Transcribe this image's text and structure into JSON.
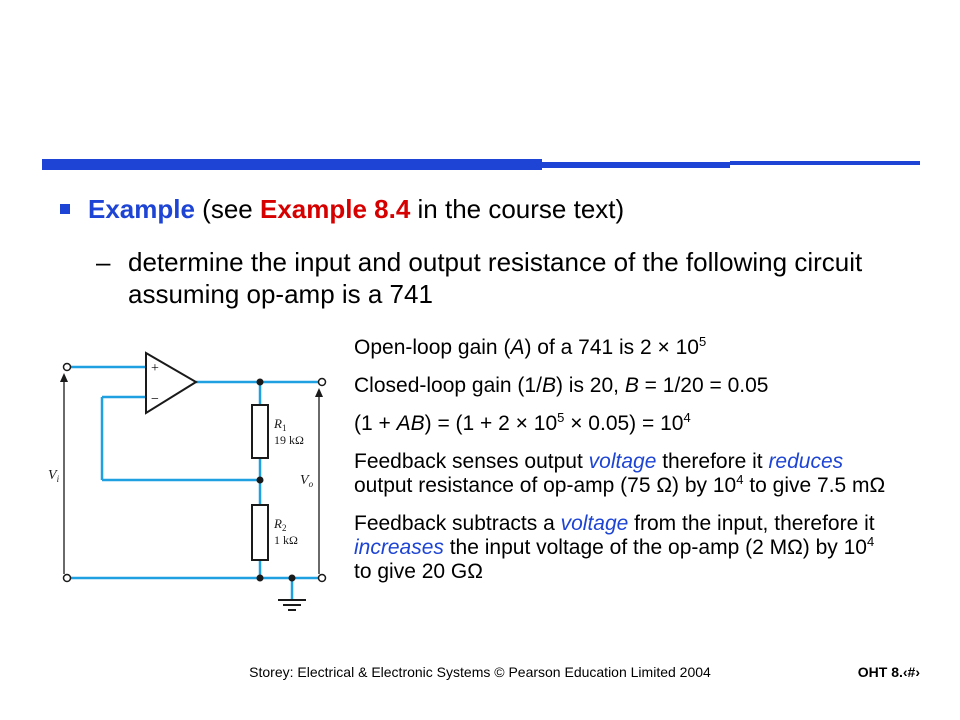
{
  "bullet": {
    "word1": "Example",
    "text1": " (see ",
    "word2": "Example 8.4",
    "text2": " in the course text)"
  },
  "sub": {
    "dash": "–",
    "text": "determine the input and output resistance of the following circuit assuming op-amp is a 741"
  },
  "notes": {
    "n1": {
      "a": "Open-loop gain (",
      "b": "A",
      "c": ") of a 741 is 2 × 10",
      "sup": "5"
    },
    "n2": {
      "a": "Closed-loop gain (1/",
      "b": "B",
      "c": ") is 20, ",
      "d": "B",
      "e": " = 1/20 = 0.05"
    },
    "n3": {
      "a": "(1 + ",
      "b": "AB",
      "c": ") = (1 + 2 × 10",
      "sup1": "5",
      "d": " × 0.05) = 10",
      "sup2": "4"
    },
    "n4": {
      "a": "Feedback senses output ",
      "b": "voltage",
      "c": " therefore it ",
      "d": "reduces",
      "e": " output resistance of op-amp (75 Ω) by 10",
      "sup": "4",
      "f": " to give 7.5 mΩ"
    },
    "n5": {
      "a": "Feedback subtracts a ",
      "b": "voltage",
      "c": " from the input, therefore it ",
      "d": "increases",
      "e": " the input voltage of the op-amp (2 MΩ) by 10",
      "sup": "4",
      "f": " to give 20 GΩ"
    }
  },
  "circuit": {
    "plus": "+",
    "minus": "−",
    "r1_name": "R",
    "r1_sub": "1",
    "r1_value": "19 kΩ",
    "r2_name": "R",
    "r2_sub": "2",
    "r2_value": "1 kΩ",
    "vi": "V",
    "vi_sub": "i",
    "vo": "V",
    "vo_sub": "o",
    "wire_color": "#1fa0e0"
  },
  "footer": {
    "credit": "Storey: Electrical & Electronic Systems © Pearson Education Limited 2004",
    "oht": "OHT 8.‹#›"
  }
}
